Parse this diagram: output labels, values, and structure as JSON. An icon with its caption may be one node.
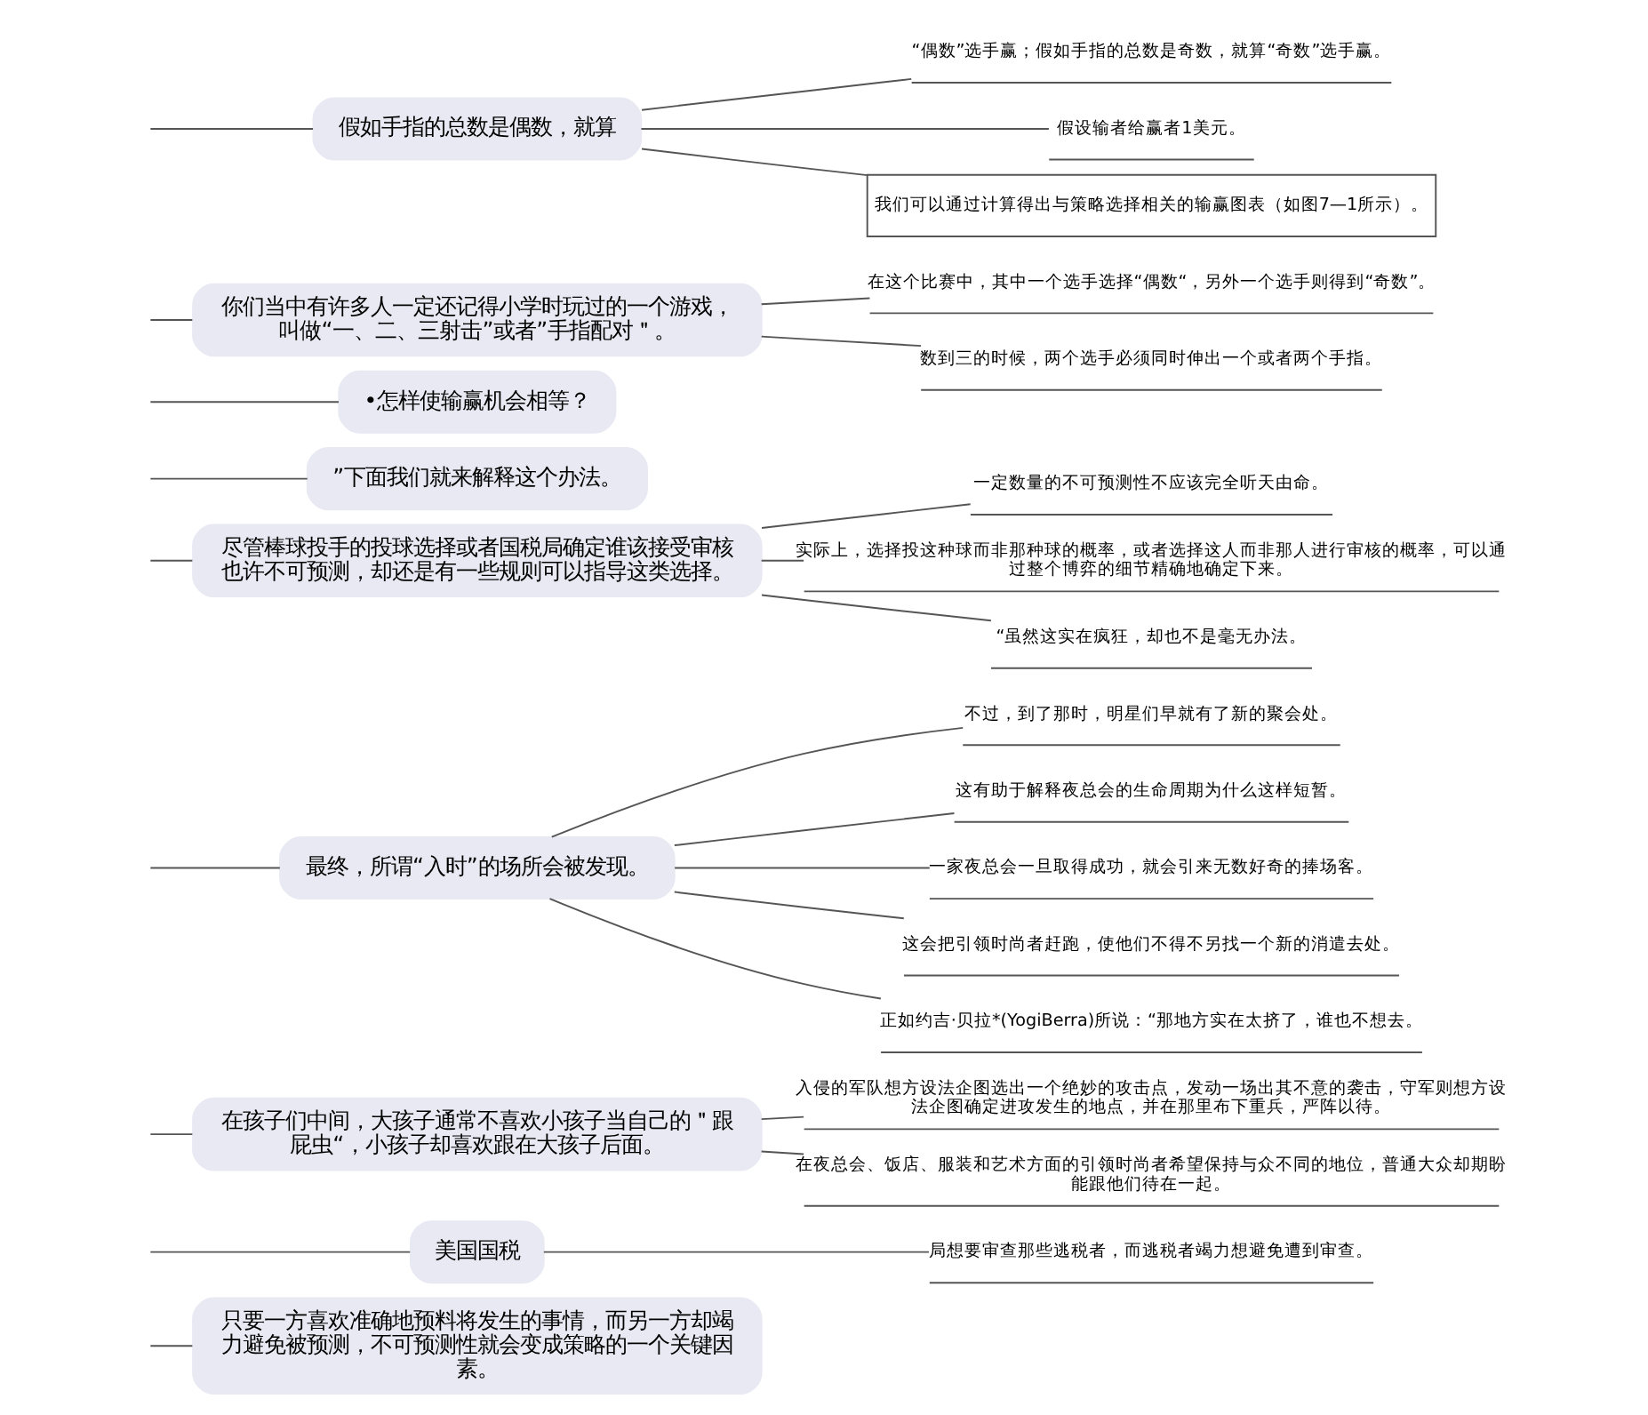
{
  "diagram": {
    "nodes": [
      {
        "text": [
          "只要一方喜欢准确地预料将发生的事情，而另一方却竭力避免被预测，不可预测性就会变成策略的一个关键因素。"
        ]
      },
      {
        "text": [
          "美国国税"
        ]
      },
      {
        "text": [
          "局想要审查那些逃税者，而逃税者竭力想避免遭到审查。"
        ]
      },
      {
        "text": [
          "在孩子们中间，大孩子通常不喜欢小孩子当自己的＂跟屁虫“，小孩子却喜欢跟在大孩子后面。"
        ]
      },
      {
        "text": [
          "入侵的军队想方设法企图选出一个绝妙的攻击点，发动一场出其不意的袭击，守军则想方设法企图确定进攻发生的地点，并在那里布下重兵，严阵以待。"
        ]
      },
      {
        "text": [
          "在夜总会、饭店、服装和艺术方面的引领时尚者希望保持与众不同的地位，普通大众却期盼能跟他们待在一起。"
        ]
      },
      {
        "text": [
          "最终，所谓“入时”的场所会被发现。"
        ]
      },
      {
        "text": [
          "不过，到了那时，明星们早就有了新的聚会处。"
        ]
      },
      {
        "text": [
          "这有助于解释夜总会的生命周期为什么这样短暂。"
        ]
      },
      {
        "text": [
          "一家夜总会一旦取得成功，就会引来无数好奇的捧场客。"
        ]
      },
      {
        "text": [
          "这会把引领时尚者赶跑，使他们不得不另找一个新的消遣去处。"
        ]
      },
      {
        "text": [
          "正如约吉·贝拉*(YogiBerra)所说：“那地方实在太挤了，谁也不想去。"
        ]
      },
      {
        "text": [
          "尽管棒球投手的投球选择或者国税局确定谁该接受审核也许不可预测，却还是有一些规则可以指导这类选择。"
        ]
      },
      {
        "text": [
          "一定数量的不可预测性不应该完全听天由命。"
        ]
      },
      {
        "text": [
          "实际上，选择投这种球而非那种球的概率，或者选择这人而非那人进行审核的概率，可以通过整个博弈的细节精确地确定下来。"
        ]
      },
      {
        "text": [
          "“虽然这实在疯狂，却也不是毫无办法。"
        ]
      },
      {
        "text": [
          "”下面我们就来解释这个办法。"
        ]
      },
      {
        "text": [
          "•怎样使输赢机会相等？"
        ]
      },
      {
        "text": [
          "你们当中有许多人一定还记得小学时玩过的一个游戏，叫做“一、二、三射击”或者”手指配对＂。"
        ]
      },
      {
        "text": [
          "在这个比赛中，其中一个选手选择“偶数“，另外一个选手则得到“奇数”。"
        ]
      },
      {
        "text": [
          "数到三的时候，两个选手必须同时伸出一个或者两个手指。"
        ]
      },
      {
        "text": [
          "假如手指的总数是偶数，就算"
        ]
      },
      {
        "text": [
          "“偶数”选手赢；假如手指的总数是奇数，就算“奇数”选手赢。"
        ]
      },
      {
        "text": [
          "假设输者给赢者1美元。"
        ]
      },
      {
        "text": [
          "我们可以通过计算得出与策略选择相关的输赢图表（如图7—1所示）。"
        ]
      }
    ],
    "edges": [
      {
        "from": null,
        "to": 0,
        "arrow": "none"
      },
      {
        "from": null,
        "to": 1,
        "arrow": "none"
      },
      {
        "from": 1,
        "to": 2,
        "arrow": "none"
      },
      {
        "from": null,
        "to": 3,
        "arrow": "none"
      },
      {
        "from": 3,
        "to": 4,
        "arrow": "none"
      },
      {
        "from": 3,
        "to": 5,
        "arrow": "none"
      },
      {
        "from": null,
        "to": 6,
        "arrow": "none"
      },
      {
        "from": 6,
        "to": 7,
        "arrow": "none"
      },
      {
        "from": 6,
        "to": 8,
        "arrow": "none"
      },
      {
        "from": 6,
        "to": 9,
        "arrow": "none"
      },
      {
        "from": 6,
        "to": 10,
        "arrow": "none"
      },
      {
        "from": 6,
        "to": 11,
        "arrow": "none"
      },
      {
        "from": null,
        "to": 12,
        "arrow": "none"
      },
      {
        "from": 12,
        "to": 13,
        "arrow": "none"
      },
      {
        "from": 12,
        "to": 14,
        "arrow": "none"
      },
      {
        "from": 12,
        "to": 15,
        "arrow": "none"
      },
      {
        "from": null,
        "to": 16,
        "arrow": "none"
      },
      {
        "from": null,
        "to": 17,
        "arrow": "none"
      },
      {
        "from": null,
        "to": 18,
        "arrow": "none"
      },
      {
        "from": 18,
        "to": 19,
        "arrow": "none"
      },
      {
        "from": 18,
        "to": 20,
        "arrow": "none"
      },
      {
        "from": null,
        "to": 21,
        "arrow": "none"
      },
      {
        "from": 21,
        "to": 22,
        "arrow": "none"
      },
      {
        "from": 21,
        "to": 23,
        "arrow": "none"
      },
      {
        "from": 21,
        "to": 24,
        "arrow": "none"
      }
    ]
  }
}
